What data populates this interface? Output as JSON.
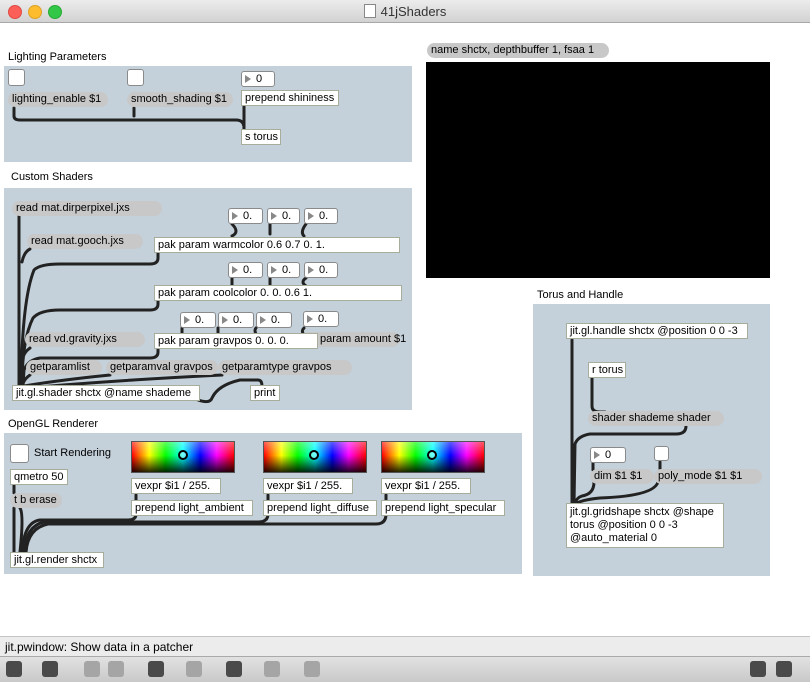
{
  "window": {
    "title": "41jShaders"
  },
  "lighting": {
    "title": "Lighting Parameters",
    "number_shininess": "0",
    "lighting_enable": "lighting_enable $1",
    "smooth_shading": "smooth_shading $1",
    "prepend_shininess": "prepend shininess",
    "s_torus": "s torus"
  },
  "custom": {
    "title": "Custom Shaders",
    "read_dirperpixel": "read mat.dirperpixel.jxs",
    "read_gooch": "read mat.gooch.jxs",
    "pak_warm": "pak param warmcolor 0.6 0.7 0. 1.",
    "pak_cool": "pak param coolcolor 0. 0. 0.6 1.",
    "read_gravity": "read vd.gravity.jxs",
    "pak_grav": "pak param gravpos 0. 0. 0.",
    "param_amount": "param amount $1",
    "getparamlist": "getparamlist",
    "getparamval": "getparamval gravpos",
    "getparamtype": "getparamtype gravpos",
    "shader": "jit.gl.shader shctx @name shademe",
    "print": "print",
    "num_val": "0."
  },
  "pwin": {
    "name_msg": "name shctx, depthbuffer 1, fsaa 1"
  },
  "renderer": {
    "title": "OpenGL Renderer",
    "start_label": "Start Rendering",
    "qmetro": "qmetro 50",
    "tb_erase": "t b erase",
    "vexpr": "vexpr $i1 / 255.",
    "prepend_ambient": "prepend light_ambient",
    "prepend_diffuse": "prepend light_diffuse",
    "prepend_specular": "prepend light_specular",
    "render": "jit.gl.render shctx"
  },
  "torus": {
    "title": "Torus and Handle",
    "handle": "jit.gl.handle shctx @position 0 0 -3",
    "r_torus": "r torus",
    "shader_msg": "shader shademe shader",
    "num_dim": "0",
    "dim_msg": "dim $1 $1",
    "poly_msg": "poly_mode $1 $1",
    "gridshape": "jit.gl.gridshape shctx @shape torus @position 0 0 -3 @auto_material 0"
  },
  "status": {
    "text": "jit.pwindow: Show data in a patcher"
  },
  "toolbar_icons": [
    "lock-icon",
    "presentation-icon",
    "new-object-icon",
    "delete-icon",
    "debug-icon",
    "inspector-icon",
    "object-slider-icon",
    "grid-icon",
    "autolayout-icon",
    "patcher-view-icon",
    "presentation-view-icon"
  ]
}
